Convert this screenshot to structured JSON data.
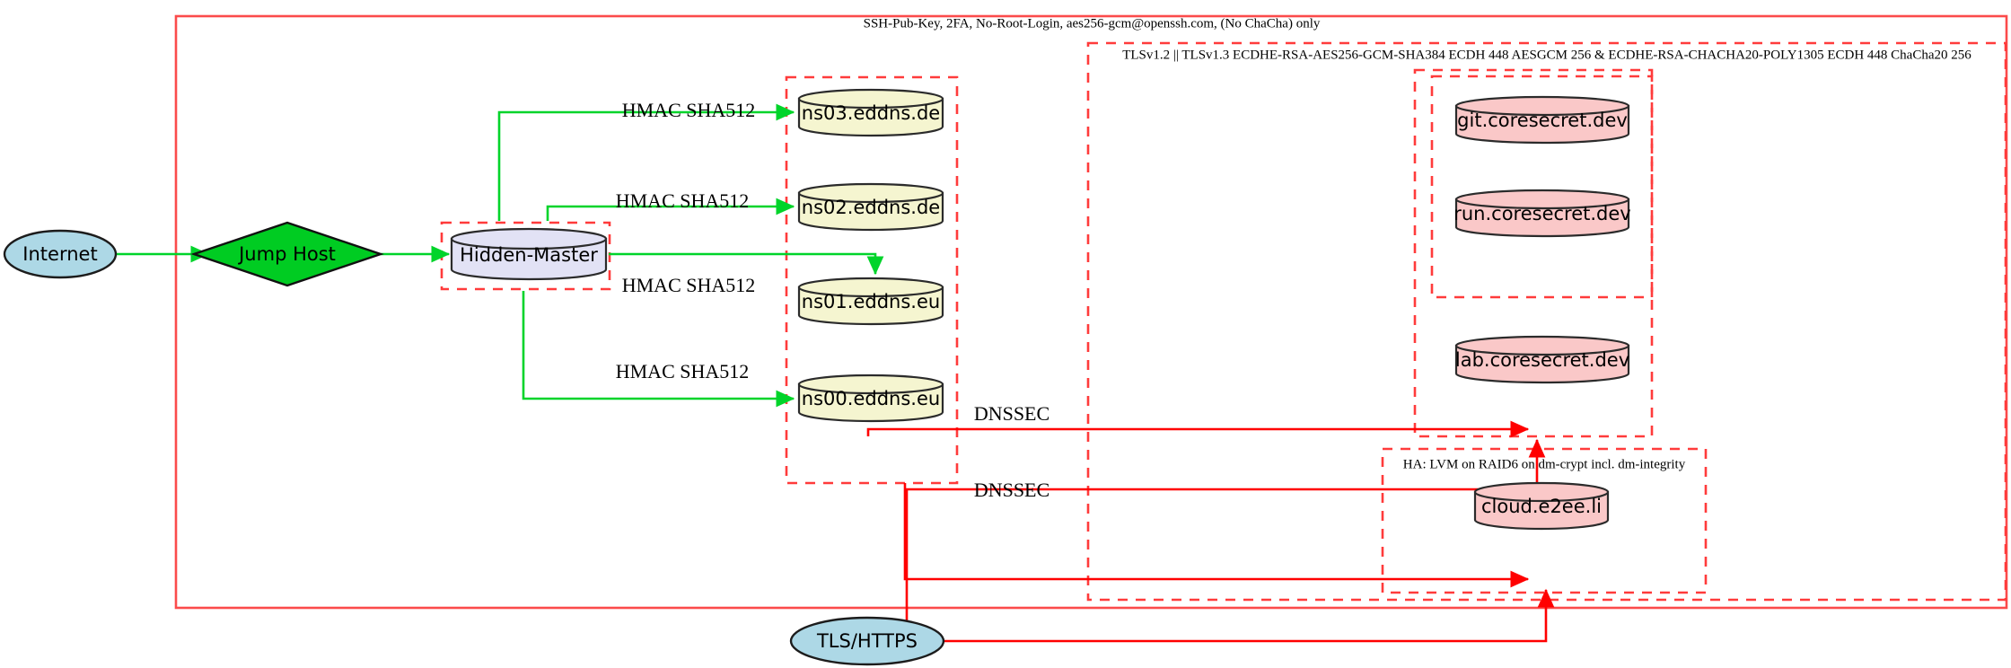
{
  "diagram": {
    "title_note": "",
    "clusters": [
      {
        "id": "ssh-zone",
        "label": "SSH-Pub-Key, 2FA, No-Root-Login, aes256-gcm@openssh.com, (No ChaCha) only"
      },
      {
        "id": "tls-zone",
        "label": "TLSv1.2 || TLSv1.3 ECDHE-RSA-AES256-GCM-SHA384 ECDH 448 AESGCM 256 & ECDHE-RSA-CHACHA20-POLY1305 ECDH 448 ChaCha20 256"
      },
      {
        "id": "ha-zone",
        "label": "HA: LVM on RAID6 on dm-crypt incl. dm-integrity"
      }
    ],
    "nodes": [
      {
        "id": "internet",
        "label": "Internet",
        "shape": "ellipse",
        "fill": "#add8e6"
      },
      {
        "id": "jumphost",
        "label": "Jump Host",
        "shape": "diamond",
        "fill": "#00cc22"
      },
      {
        "id": "hidden-master",
        "label": "Hidden-Master",
        "shape": "cylinder",
        "fill": "#e2e2f5"
      },
      {
        "id": "ns03",
        "label": "ns03.eddns.de",
        "shape": "cylinder",
        "fill": "#f5f5d0"
      },
      {
        "id": "ns02",
        "label": "ns02.eddns.de",
        "shape": "cylinder",
        "fill": "#f5f5d0"
      },
      {
        "id": "ns01",
        "label": "ns01.eddns.eu",
        "shape": "cylinder",
        "fill": "#f5f5d0"
      },
      {
        "id": "ns00",
        "label": "ns00.eddns.eu",
        "shape": "cylinder",
        "fill": "#f5f5d0"
      },
      {
        "id": "git",
        "label": "git.coresecret.dev",
        "shape": "cylinder",
        "fill": "#fac8c8"
      },
      {
        "id": "run",
        "label": "run.coresecret.dev",
        "shape": "cylinder",
        "fill": "#fac8c8"
      },
      {
        "id": "lab",
        "label": "lab.coresecret.dev",
        "shape": "cylinder",
        "fill": "#fac8c8"
      },
      {
        "id": "cloud",
        "label": "cloud.e2ee.li",
        "shape": "cylinder",
        "fill": "#fac8c8"
      },
      {
        "id": "tlshttps",
        "label": "TLS/HTTPS",
        "shape": "ellipse",
        "fill": "#add8e6"
      }
    ],
    "edges": [
      {
        "id": "e-ns03",
        "from": "hidden-master",
        "to": "ns03",
        "label": "HMAC SHA512",
        "color": "#00d42a"
      },
      {
        "id": "e-ns02",
        "from": "hidden-master",
        "to": "ns02",
        "label": "HMAC SHA512",
        "color": "#00d42a"
      },
      {
        "id": "e-ns01",
        "from": "hidden-master",
        "to": "ns01",
        "label": "HMAC SHA512",
        "color": "#00d42a"
      },
      {
        "id": "e-ns00",
        "from": "hidden-master",
        "to": "ns00",
        "label": "HMAC SHA512",
        "color": "#00d42a"
      },
      {
        "id": "e-inet",
        "from": "internet",
        "to": "jumphost",
        "label": "",
        "color": "#00d42a"
      },
      {
        "id": "e-jump",
        "from": "jumphost",
        "to": "hidden-master",
        "label": "",
        "color": "#00d42a"
      },
      {
        "id": "e-dnssec1",
        "from": "ns-cluster",
        "to": "lab",
        "label": "DNSSEC",
        "color": "#ff0000"
      },
      {
        "id": "e-dnssec2",
        "from": "ns-cluster",
        "to": "cloud",
        "label": "DNSSEC",
        "color": "#ff0000"
      },
      {
        "id": "e-tls1",
        "from": "tlshttps",
        "to": "lab",
        "label": "",
        "color": "#ff0000"
      },
      {
        "id": "e-tls2",
        "from": "tlshttps",
        "to": "cloud",
        "label": "",
        "color": "#ff0000"
      }
    ],
    "edge_labels": {
      "hmac_1": "HMAC SHA512",
      "hmac_2": "HMAC SHA512",
      "hmac_3": "HMAC SHA512",
      "hmac_4": "HMAC SHA512",
      "dnssec_1": "DNSSEC",
      "dnssec_2": "DNSSEC"
    },
    "colors": {
      "outer_border": "#fb4b4b",
      "cluster_border": "#ff3b3b",
      "green_edge": "#00d42a",
      "red_edge": "#ff0000",
      "ellipse_fill": "#add8e6",
      "diamond_fill": "#00cc22",
      "master_fill": "#e2e2f5",
      "ns_fill": "#f5f5d0",
      "service_fill": "#fac8c8"
    }
  }
}
